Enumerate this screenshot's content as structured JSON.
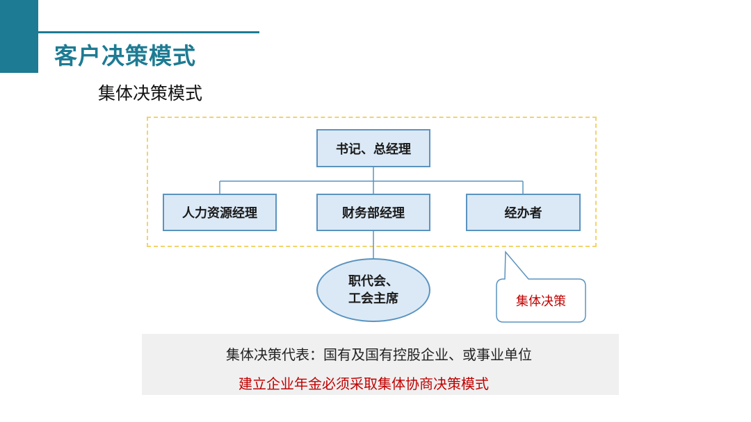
{
  "slide": {
    "title": "客户决策模式",
    "subtitle": "集体决策模式"
  },
  "diagram": {
    "top_node": "书记、总经理",
    "middle_nodes": [
      "人力资源经理",
      "财务部经理",
      "经办者"
    ],
    "bottom_node_lines": [
      "职代会、",
      "工会主席"
    ],
    "callout": "集体决策"
  },
  "notes": {
    "line1": "集体决策代表：国有及国有控股企业、或事业单位",
    "line2": "建立企业年金必须采取集体协商决策模式"
  },
  "colors": {
    "accent": "#1d7b93",
    "node_fill": "#dbe9f6",
    "node_border": "#5a93bf",
    "frame_dash": "#f2d36a",
    "emphasis_text": "#c00000",
    "note_panel": "#f0f0f0"
  }
}
